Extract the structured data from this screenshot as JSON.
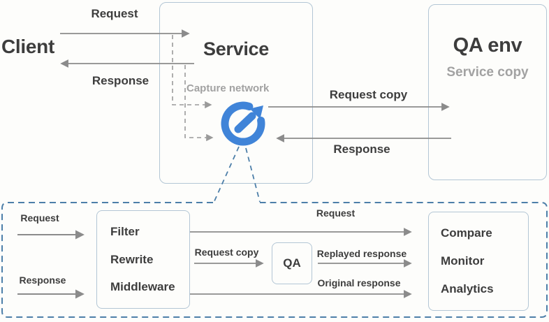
{
  "top": {
    "client_label": "Client",
    "request_label": "Request",
    "response_label": "Response",
    "service_box": {
      "title": "Service",
      "capture_label": "Capture network"
    },
    "request_copy_label": "Request copy",
    "response_return_label": "Response",
    "qa_env_box": {
      "title": "QA env",
      "subtitle": "Service copy"
    }
  },
  "bottom": {
    "request_in_label": "Request",
    "response_in_label": "Response",
    "processor_box": {
      "items": [
        "Filter",
        "Rewrite",
        "Middleware"
      ]
    },
    "request_through_label": "Request",
    "request_copy_label": "Request copy",
    "qa_box_label": "QA",
    "replayed_response_label": "Replayed response",
    "original_response_label": "Original response",
    "sink_box": {
      "items": [
        "Compare",
        "Monitor",
        "Analytics"
      ]
    }
  },
  "colors": {
    "accent_blue": "#4084d8",
    "dashed_border_blue": "#4d7fa9",
    "arrow_gray": "#8b8b8b",
    "box_border": "#b3c6d5",
    "text_dark": "#3d3d3d",
    "text_muted": "#a2a2a2",
    "background": "#fdfdfb"
  }
}
